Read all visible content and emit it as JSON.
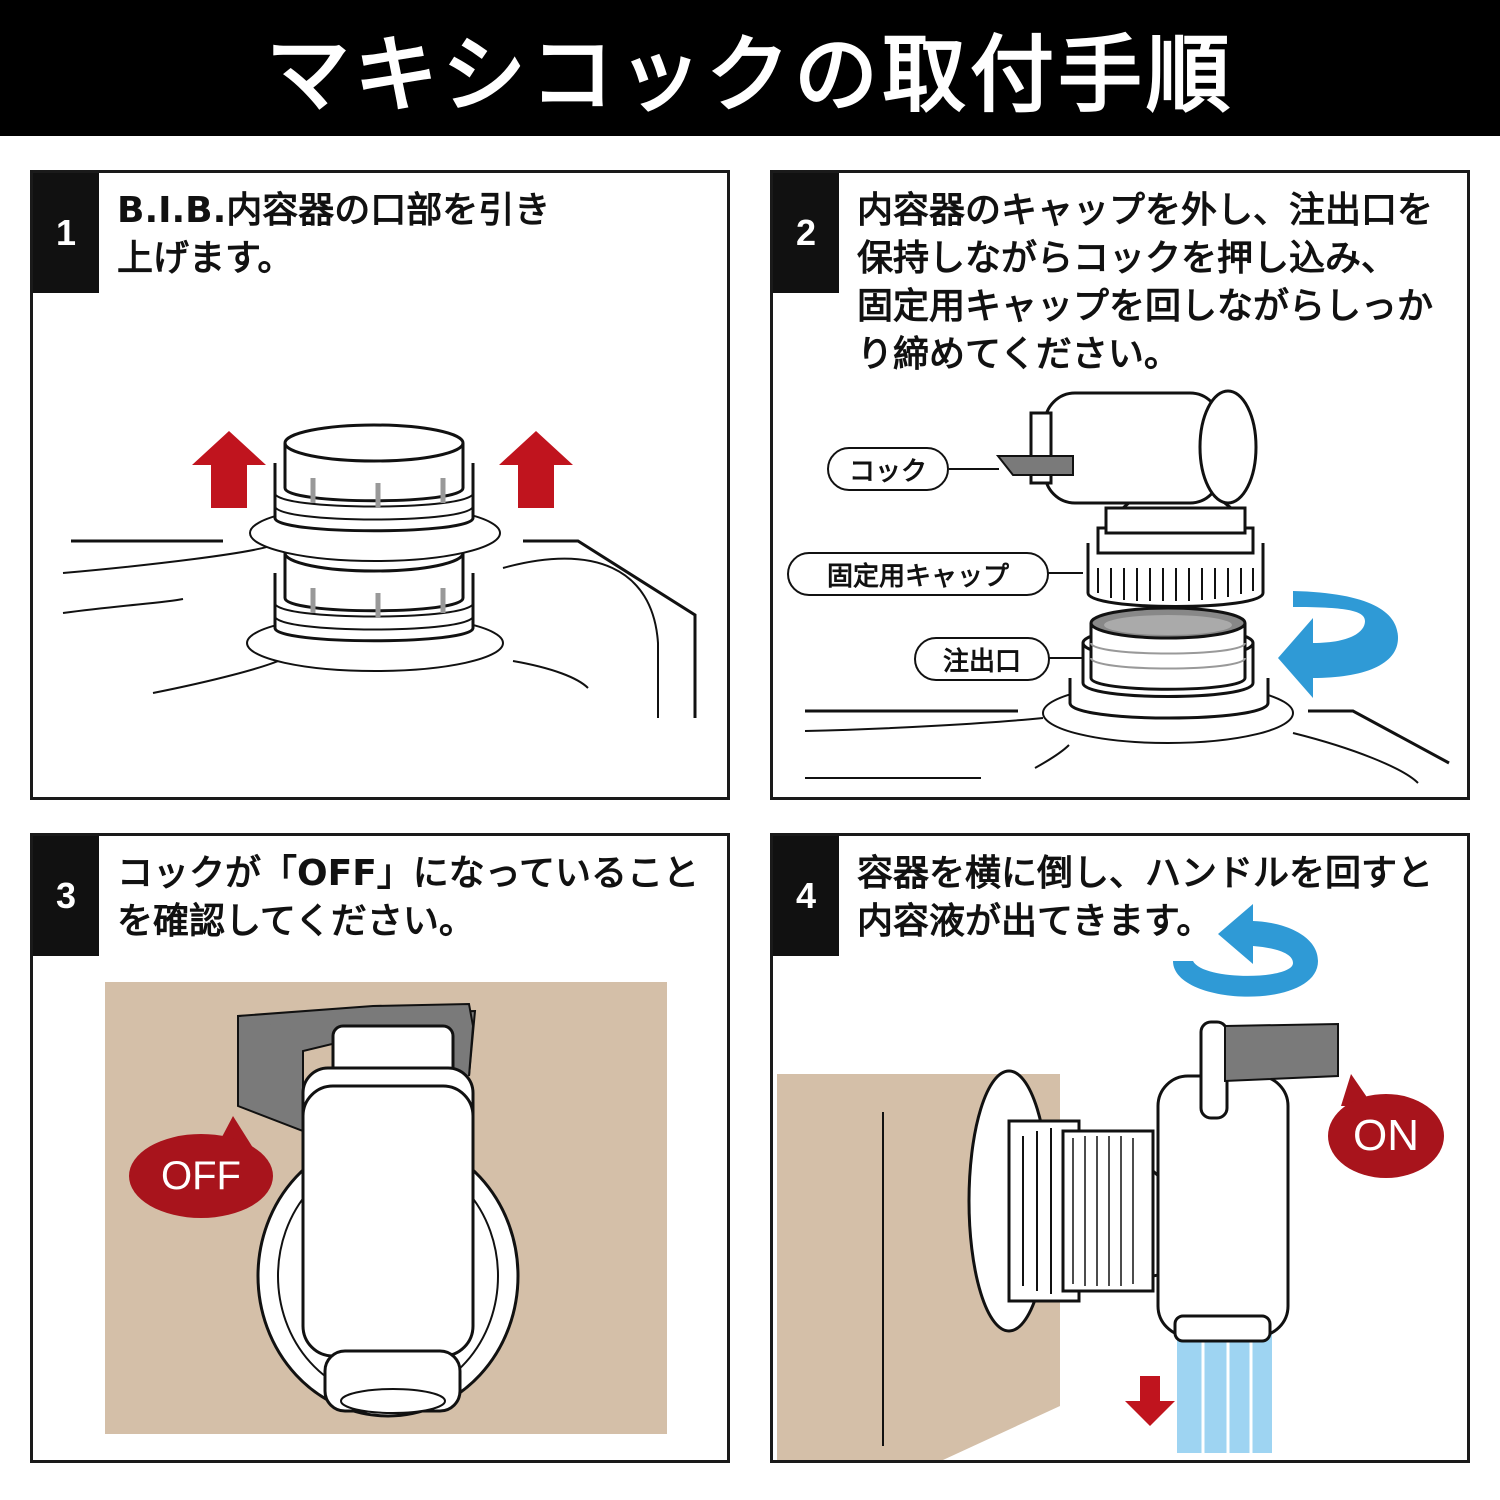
{
  "title": "マキシコックの取付手順",
  "colors": {
    "header_bg": "#000000",
    "arrow_red": "#c0141e",
    "arrow_blue": "#2f9ad6",
    "box_tan": "#d4bfa8",
    "handle_gray": "#7a7a7a",
    "water_blue": "#9ed4f2"
  },
  "steps": [
    {
      "number": "1",
      "text": "B.I.B.内容器の口部を引き\n上げます。",
      "icons": [
        "red-up-arrow",
        "red-up-arrow"
      ]
    },
    {
      "number": "2",
      "text": "内容器のキャップを外し、注出口を\n保持しながらコックを押し込み、\n固定用キャップを回しながらしっか\nり締めてください。",
      "callouts": [
        "コック",
        "固定用キャップ",
        "注出口"
      ],
      "icons": [
        "blue-rotate-arrow"
      ]
    },
    {
      "number": "3",
      "text": "コックが「OFF」になっていること\nを確認してください。",
      "badge": "OFF"
    },
    {
      "number": "4",
      "text": "容器を横に倒し、ハンドルを回すと\n内容液が出てきます。",
      "badge": "ON",
      "icons": [
        "blue-rotate-arrow",
        "red-down-arrow"
      ]
    }
  ]
}
